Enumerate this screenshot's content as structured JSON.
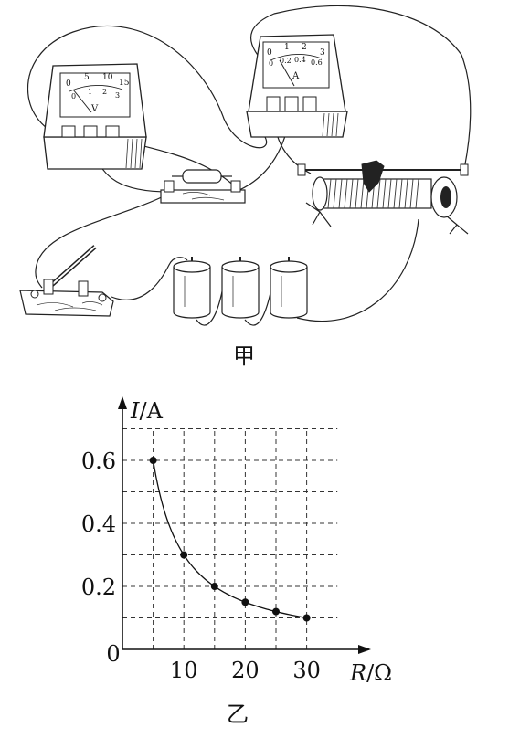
{
  "top_caption": "甲",
  "bottom_caption": "乙",
  "voltmeter": {
    "scale_top": [
      "0",
      "5",
      "10",
      "15"
    ],
    "scale_bottom": [
      "0",
      "1",
      "2",
      "3"
    ],
    "symbol": "V"
  },
  "ammeter": {
    "scale_top": [
      "0",
      "1",
      "2",
      "3"
    ],
    "scale_bottom": [
      "0",
      "0.2",
      "0.4",
      "0.6"
    ],
    "symbol": "A"
  },
  "chart_data": {
    "type": "scatter",
    "ylabel_italic": "I",
    "ylabel_unit": "/A",
    "xlabel_italic": "R",
    "xlabel_unit": "/Ω",
    "origin_label": "0",
    "x_ticks": [
      10,
      20,
      30
    ],
    "y_ticks": [
      0.2,
      0.4,
      0.6
    ],
    "x_tick_labels": [
      "10",
      "20",
      "30"
    ],
    "y_tick_labels": [
      "0.2",
      "0.4",
      "0.6"
    ],
    "xlim": [
      0,
      35
    ],
    "ylim": [
      0,
      0.7
    ],
    "grid": true,
    "curve": "smooth",
    "points": [
      {
        "x": 5,
        "y": 0.6
      },
      {
        "x": 10,
        "y": 0.3
      },
      {
        "x": 15,
        "y": 0.2
      },
      {
        "x": 20,
        "y": 0.15
      },
      {
        "x": 25,
        "y": 0.12
      },
      {
        "x": 30,
        "y": 0.1
      }
    ]
  }
}
